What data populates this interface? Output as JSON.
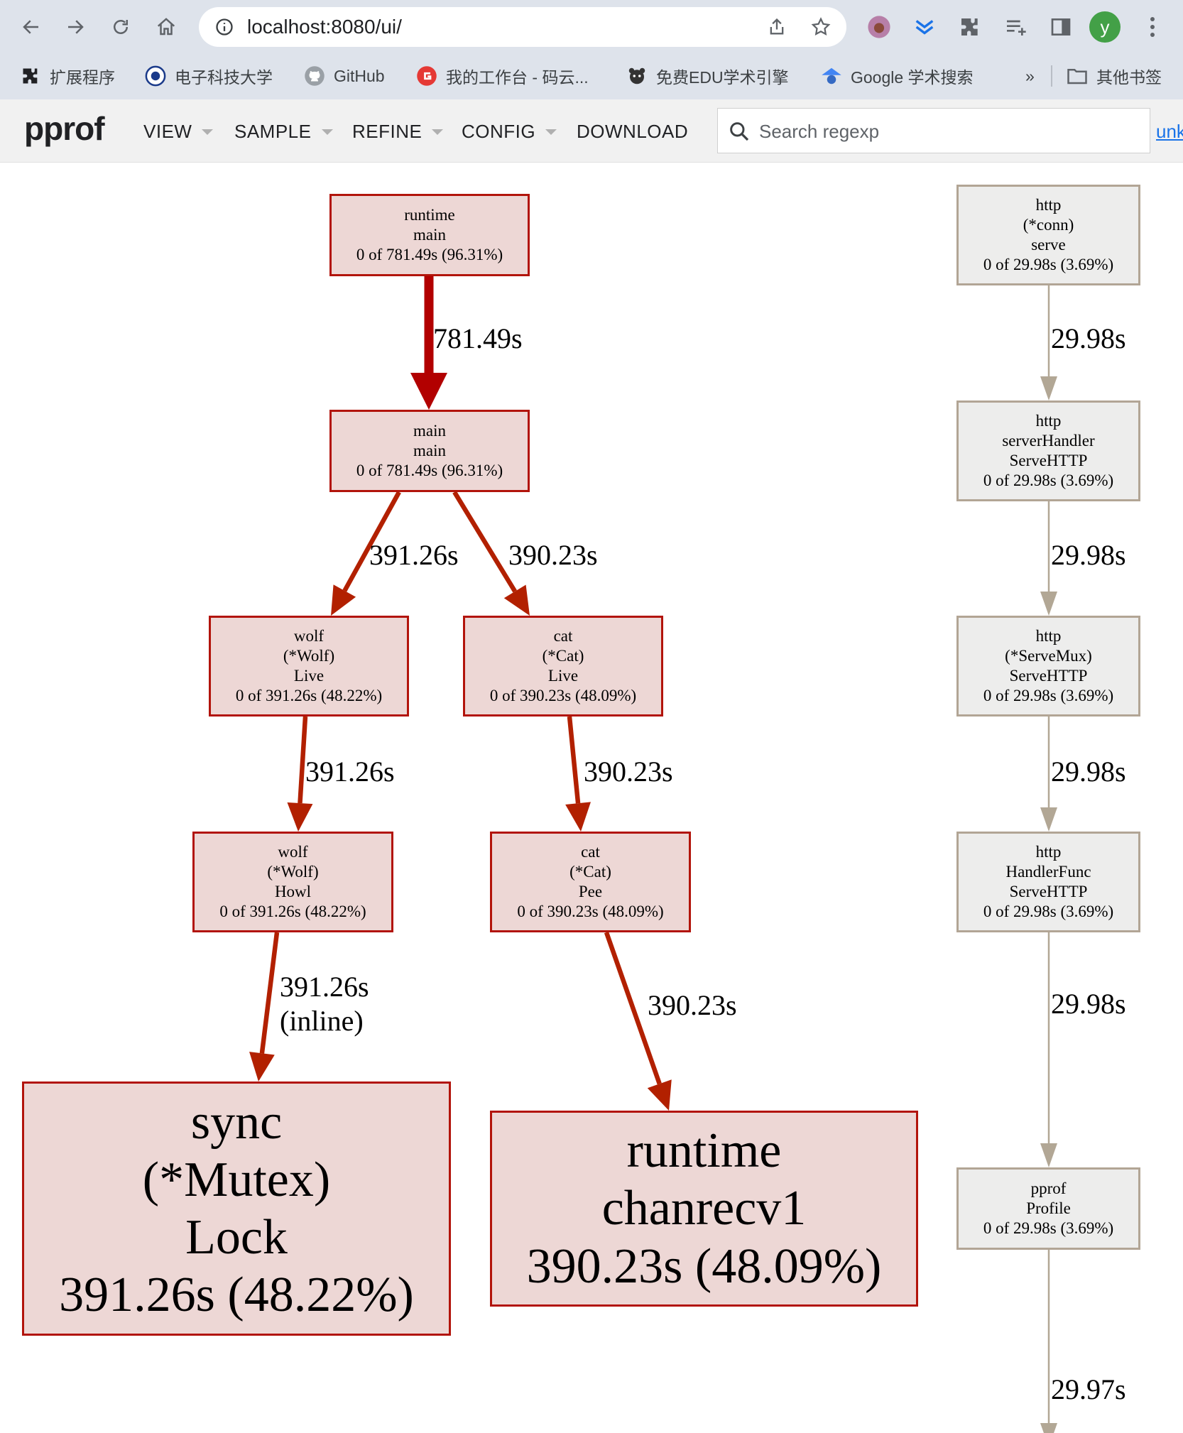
{
  "browser": {
    "url": "localhost:8080/ui/",
    "bookmarks": [
      {
        "label": "扩展程序",
        "icon": "puzzle-icon"
      },
      {
        "label": "电子科技大学",
        "icon": "university-logo-icon"
      },
      {
        "label": "GitHub",
        "icon": "github-icon"
      },
      {
        "label": "我的工作台 - 码云...",
        "icon": "gitee-icon"
      },
      {
        "label": "免费EDU学术引擎",
        "icon": "bear-icon"
      },
      {
        "label": "Google 学术搜索",
        "icon": "scholar-icon"
      }
    ],
    "more_label": "»",
    "other_bookmarks_label": "其他书签",
    "profile_initial": "y"
  },
  "toolbar": {
    "logo": "pprof",
    "menus": [
      "VIEW",
      "SAMPLE",
      "REFINE",
      "CONFIG"
    ],
    "download_label": "DOWNLOAD",
    "search_placeholder": "Search regexp",
    "link_label": "unknown"
  },
  "graph": {
    "nodes": [
      {
        "id": "runtime-main",
        "lines": [
          "runtime",
          "main",
          "0 of 781.49s (96.31%)"
        ]
      },
      {
        "id": "main-main",
        "lines": [
          "main",
          "main",
          "0 of 781.49s (96.31%)"
        ]
      },
      {
        "id": "wolf-live",
        "lines": [
          "wolf",
          "(*Wolf)",
          "Live",
          "0 of 391.26s (48.22%)"
        ]
      },
      {
        "id": "cat-live",
        "lines": [
          "cat",
          "(*Cat)",
          "Live",
          "0 of 390.23s (48.09%)"
        ]
      },
      {
        "id": "wolf-howl",
        "lines": [
          "wolf",
          "(*Wolf)",
          "Howl",
          "0 of 391.26s (48.22%)"
        ]
      },
      {
        "id": "cat-pee",
        "lines": [
          "cat",
          "(*Cat)",
          "Pee",
          "0 of 390.23s (48.09%)"
        ]
      },
      {
        "id": "sync-mutex-lock",
        "lines": [
          "sync",
          "(*Mutex)",
          "Lock",
          "391.26s (48.22%)"
        ]
      },
      {
        "id": "runtime-chanrecv1",
        "lines": [
          "runtime",
          "chanrecv1",
          "390.23s (48.09%)"
        ]
      },
      {
        "id": "http-conn-serve",
        "lines": [
          "http",
          "(*conn)",
          "serve",
          "0 of 29.98s (3.69%)"
        ]
      },
      {
        "id": "http-serverhandler",
        "lines": [
          "http",
          "serverHandler",
          "ServeHTTP",
          "0 of 29.98s (3.69%)"
        ]
      },
      {
        "id": "http-servemux",
        "lines": [
          "http",
          "(*ServeMux)",
          "ServeHTTP",
          "0 of 29.98s (3.69%)"
        ]
      },
      {
        "id": "http-handlerfunc",
        "lines": [
          "http",
          "HandlerFunc",
          "ServeHTTP",
          "0 of 29.98s (3.69%)"
        ]
      },
      {
        "id": "pprof-profile",
        "lines": [
          "pprof",
          "Profile",
          "0 of 29.98s (3.69%)"
        ]
      }
    ],
    "edges": [
      {
        "id": "e1",
        "from": "runtime-main",
        "to": "main-main",
        "label": [
          "781.49s"
        ],
        "heat": "hot",
        "weight": 781.49
      },
      {
        "id": "e2",
        "from": "main-main",
        "to": "wolf-live",
        "label": [
          "391.26s"
        ],
        "heat": "hot",
        "weight": 391.26
      },
      {
        "id": "e3",
        "from": "main-main",
        "to": "cat-live",
        "label": [
          "390.23s"
        ],
        "heat": "hot",
        "weight": 390.23
      },
      {
        "id": "e4",
        "from": "wolf-live",
        "to": "wolf-howl",
        "label": [
          "391.26s"
        ],
        "heat": "hot",
        "weight": 391.26
      },
      {
        "id": "e5",
        "from": "cat-live",
        "to": "cat-pee",
        "label": [
          "390.23s"
        ],
        "heat": "hot",
        "weight": 390.23
      },
      {
        "id": "e6",
        "from": "wolf-howl",
        "to": "sync-mutex-lock",
        "label": [
          "391.26s",
          "(inline)"
        ],
        "heat": "hot",
        "weight": 391.26
      },
      {
        "id": "e7",
        "from": "cat-pee",
        "to": "runtime-chanrecv1",
        "label": [
          "390.23s"
        ],
        "heat": "hot",
        "weight": 390.23
      },
      {
        "id": "e8",
        "from": "http-conn-serve",
        "to": "http-serverhandler",
        "label": [
          "29.98s"
        ],
        "heat": "cold",
        "weight": 29.98
      },
      {
        "id": "e9",
        "from": "http-serverhandler",
        "to": "http-servemux",
        "label": [
          "29.98s"
        ],
        "heat": "cold",
        "weight": 29.98
      },
      {
        "id": "e10",
        "from": "http-servemux",
        "to": "http-handlerfunc",
        "label": [
          "29.98s"
        ],
        "heat": "cold",
        "weight": 29.98
      },
      {
        "id": "e11",
        "from": "http-handlerfunc",
        "to": "pprof-profile",
        "label": [
          "29.98s"
        ],
        "heat": "cold",
        "weight": 29.98
      },
      {
        "id": "e12",
        "from": "pprof-profile",
        "to": "",
        "label": [
          "29.97s"
        ],
        "heat": "cold",
        "weight": 29.97
      }
    ],
    "colors": {
      "hot_border": "#b2140b",
      "hot_fill": "#edd7d5",
      "cold_border": "#b2a595",
      "cold_fill": "#ededec",
      "edge_top": "#b20000",
      "edge_hot": "#b22000",
      "edge_cold": "#b2a795"
    }
  }
}
